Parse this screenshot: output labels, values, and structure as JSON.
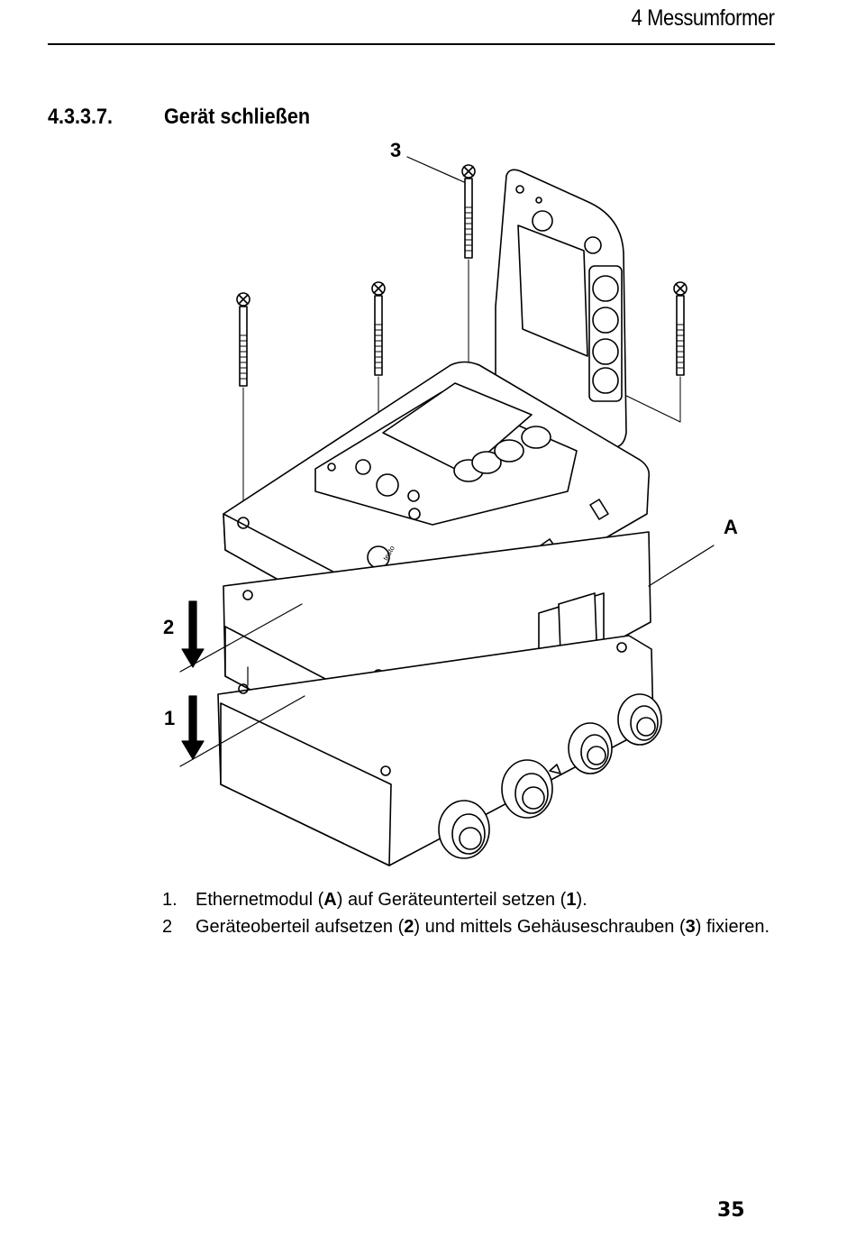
{
  "header": {
    "chapter": "4 Messumformer"
  },
  "section": {
    "number": "4.3.3.7.",
    "title": "Gerät schließen"
  },
  "figure": {
    "callouts": {
      "a": "A",
      "one": "1",
      "two": "2",
      "three": "3"
    },
    "logo_text": "testo"
  },
  "steps": [
    {
      "num": "1.",
      "t1": "Ethernetmodul (",
      "b1": "A",
      "t2": ") auf Geräteunterteil setzen (",
      "b2": "1",
      "t3": ").",
      "b3": "",
      "t4": ""
    },
    {
      "num": "2",
      "t1": "Geräteoberteil aufsetzen (",
      "b1": "2",
      "t2": ") und mittels Gehäuseschrauben (",
      "b2": "3",
      "t3": ") fixieren.",
      "b3": "",
      "t4": ""
    }
  ],
  "footer": {
    "page_number": "35"
  }
}
